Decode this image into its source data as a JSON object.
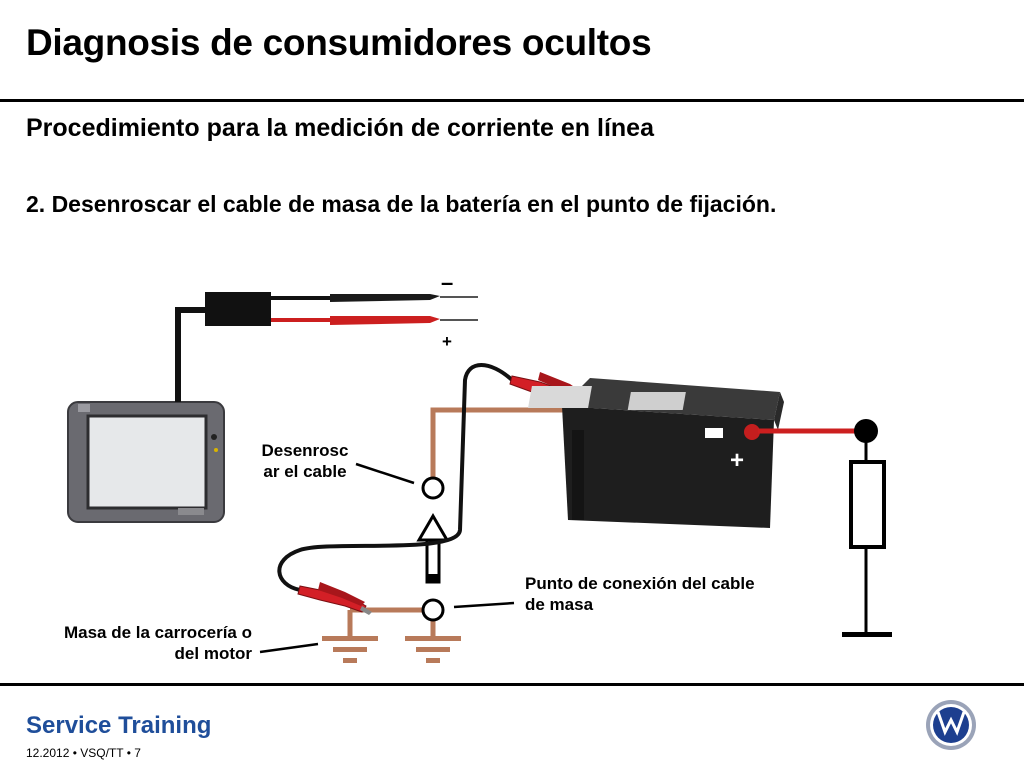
{
  "slide": {
    "title": "Diagnosis de consumidores ocultos",
    "subtitle": "Procedimiento para la medición de corriente en línea",
    "step": "2.  Desenroscar el cable de masa de la batería en el punto de fijación."
  },
  "diagram": {
    "probe_minus": "–",
    "probe_plus": "+",
    "battery_plus": "+",
    "label_unscrew_line1": "Desenrosc",
    "label_unscrew_line2": "ar el cable",
    "label_ground_point_line1": "Punto de conexión del cable",
    "label_ground_point_line2": "de masa",
    "label_body_ground_line1": "Masa de la carrocería o",
    "label_body_ground_line2": "del motor",
    "colors": {
      "brown_wire": "#b87a5a",
      "red_wire": "#cc1f1f",
      "black_wire": "#111111",
      "tester_body": "#6a6a70",
      "battery_body": "#1e1e1e"
    }
  },
  "footer": {
    "brand": "Service Training",
    "meta": "12.2012  •  VSQ/TT  •   7",
    "logo": "vw-logo"
  }
}
